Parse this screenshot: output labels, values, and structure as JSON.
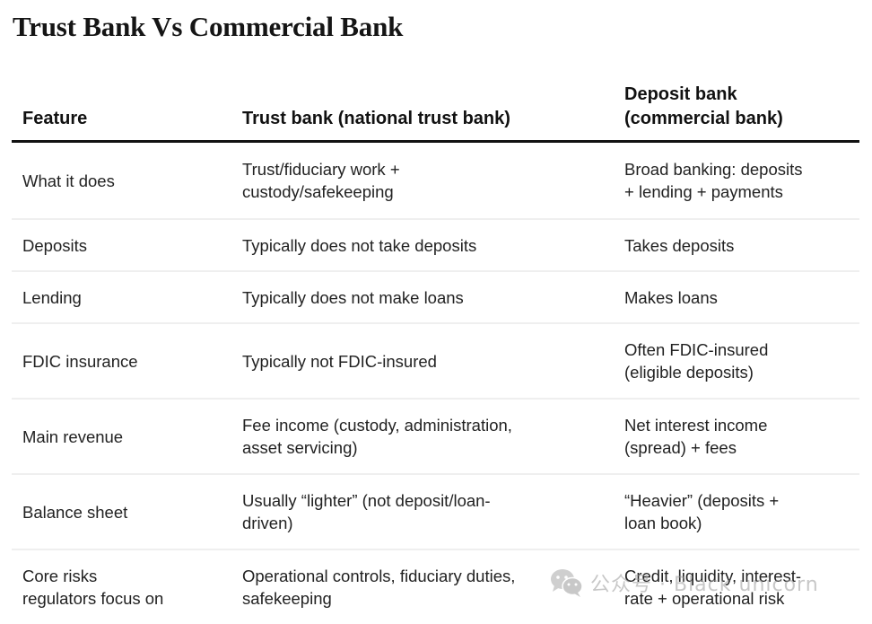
{
  "page": {
    "title": "Trust Bank Vs Commercial Bank"
  },
  "table": {
    "headers": [
      "Feature",
      "Trust bank (national trust bank)",
      "Deposit bank\n(commercial bank)"
    ],
    "rows": [
      {
        "feature": "What it does",
        "trust_bank": "Trust/fiduciary work +\ncustody/safekeeping",
        "deposit_bank": "Broad banking: deposits\n+ lending + payments"
      },
      {
        "feature": "Deposits",
        "trust_bank": "Typically does not take deposits",
        "deposit_bank": "Takes deposits"
      },
      {
        "feature": "Lending",
        "trust_bank": "Typically does not make loans",
        "deposit_bank": "Makes loans"
      },
      {
        "feature": "FDIC insurance",
        "trust_bank": "Typically not FDIC-insured",
        "deposit_bank": "Often FDIC-insured\n(eligible deposits)"
      },
      {
        "feature": "Main revenue",
        "trust_bank": "Fee income (custody, administration,\nasset servicing)",
        "deposit_bank": "Net interest income\n(spread) + fees"
      },
      {
        "feature": "Balance sheet",
        "trust_bank": "Usually “lighter” (not deposit/loan-\ndriven)",
        "deposit_bank": "“Heavier” (deposits +\nloan book)"
      },
      {
        "feature": "Core risks\nregulators focus on",
        "trust_bank": "Operational controls, fiduciary duties,\nsafekeeping",
        "deposit_bank": "Credit, liquidity, interest-\nrate + operational risk"
      }
    ]
  },
  "watermark": {
    "icon": "wechat-icon",
    "text": "公众号 · Black unicorn"
  },
  "colors": {
    "text": "#1a1a1a",
    "header_rule": "#111111",
    "row_divider": "#efefef",
    "background": "#ffffff"
  }
}
